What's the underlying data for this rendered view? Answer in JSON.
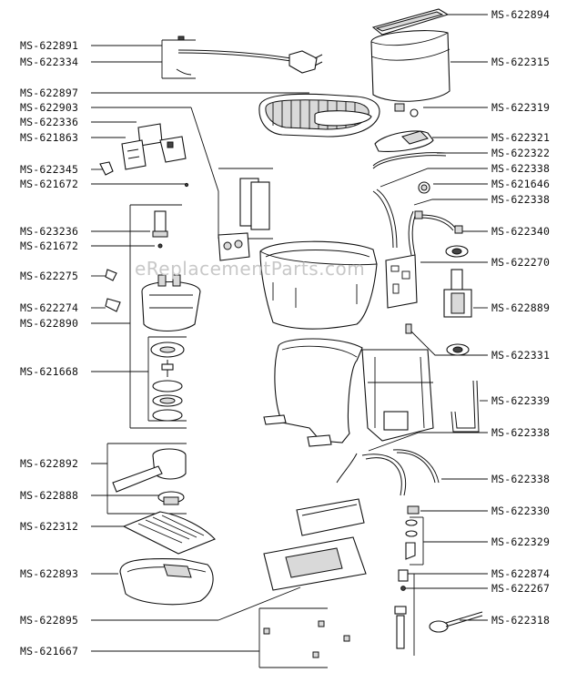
{
  "watermark": "eReplacementParts.com",
  "labels_left": [
    "MS-622891",
    "MS-622334",
    "MS-622897",
    "MS-622903",
    "MS-622336",
    "MS-621863",
    "MS-622345",
    "MS-621672",
    "MS-623236",
    "MS-621672",
    "MS-622275",
    "MS-622274",
    "MS-622890",
    "MS-621668",
    "MS-622892",
    "MS-622888",
    "MS-622312",
    "MS-622893",
    "MS-622895",
    "MS-621667"
  ],
  "labels_right": [
    "MS-622894",
    "MS-622315",
    "MS-622319",
    "MS-622321",
    "MS-622322",
    "MS-622338",
    "MS-621646",
    "MS-622338",
    "MS-622340",
    "MS-622270",
    "MS-622889",
    "MS-622331",
    "MS-622339",
    "MS-622338",
    "MS-622338",
    "MS-622330",
    "MS-622329",
    "MS-622874",
    "MS-622267",
    "MS-622318"
  ]
}
